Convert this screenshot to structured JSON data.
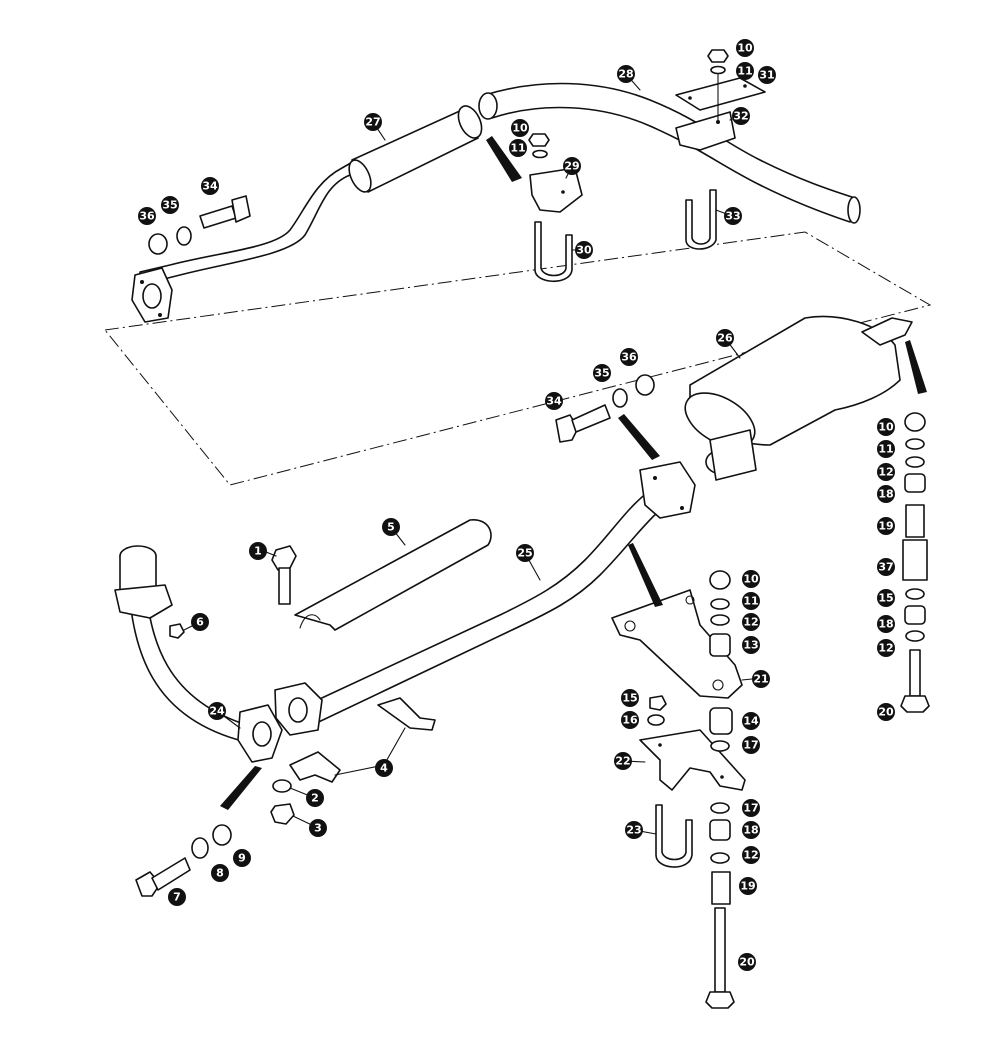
{
  "callouts": [
    "1",
    "2",
    "3",
    "4",
    "5",
    "6",
    "7",
    "8",
    "9",
    "10",
    "11",
    "12",
    "13",
    "14",
    "15",
    "16",
    "17",
    "18",
    "19",
    "20",
    "21",
    "22",
    "23",
    "24",
    "25",
    "26",
    "27",
    "28",
    "29",
    "30",
    "31",
    "32",
    "33",
    "34",
    "35",
    "36",
    "37"
  ],
  "colors": {
    "line": "#111111",
    "background": "#ffffff",
    "callout_fill": "#111111",
    "callout_text": "#ffffff"
  }
}
